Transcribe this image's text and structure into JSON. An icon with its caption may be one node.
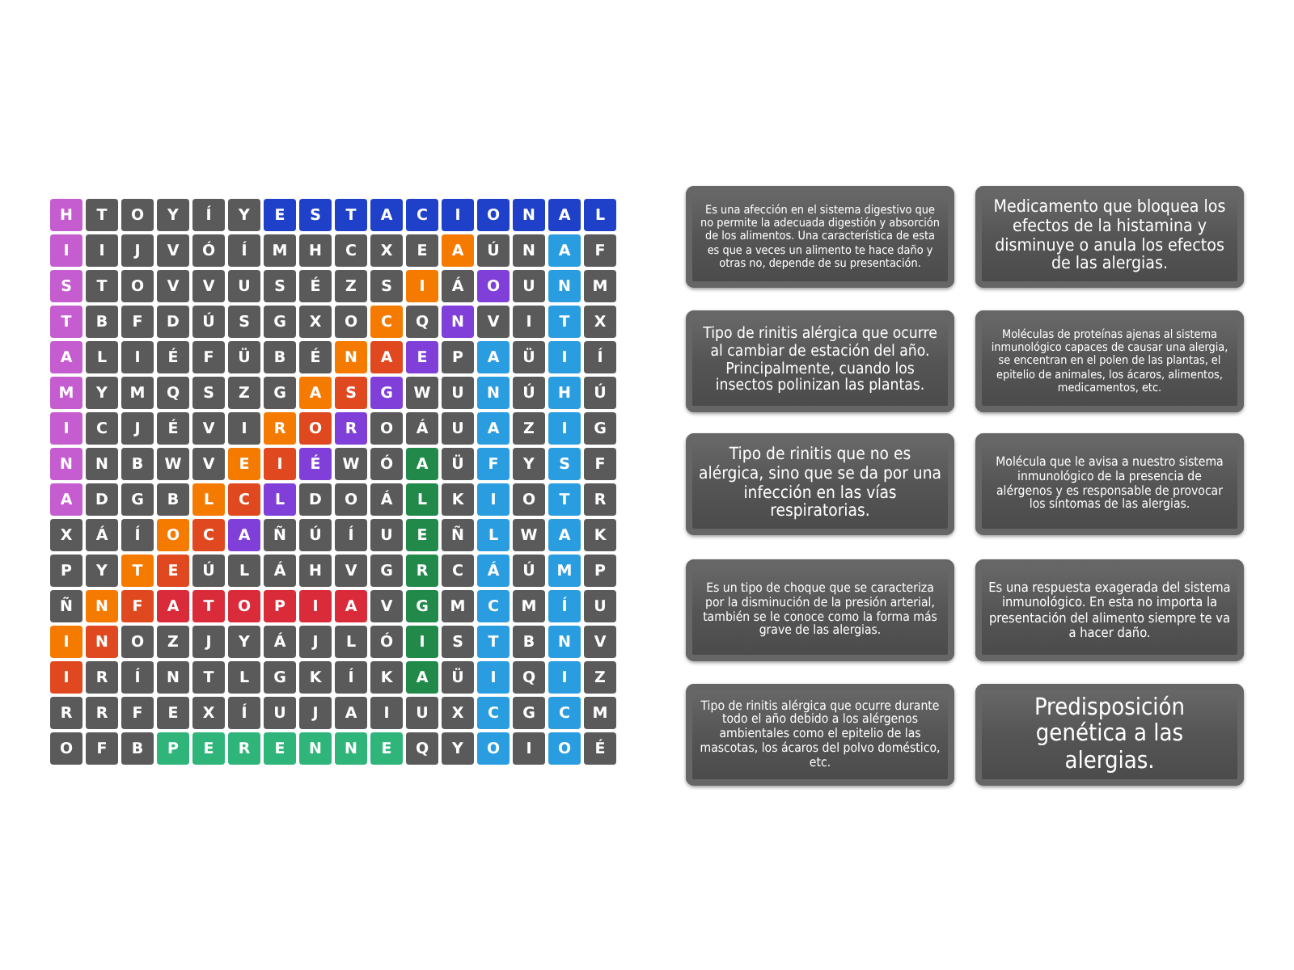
{
  "diagram": {
    "nodes": [
      {
        "text": [
          "Es una afección en el sistema digestivo que no permite la adecuada digestión y absorción de los alimentos. Una característica de esta es que a veces un alimento te hace daño y otras no, depende de su presentación."
        ]
      },
      {
        "text": [
          "Medicamento que bloquea los efectos de la histamina y disminuye o anula los efectos de las alergias."
        ]
      },
      {
        "text": [
          "Tipo de rinitis alérgica que ocurre al cambiar de estación del año. Principalmente, cuando los insectos polinizan las plantas."
        ]
      },
      {
        "text": [
          "Moléculas de proteínas ajenas al sistema inmunológico capaces de causar una alergia, se encentran en el polen de las plantas, el epitelio de animales, los ácaros, alimentos, medicamentos, etc."
        ]
      },
      {
        "text": [
          "Tipo de rinitis que no es alérgica, sino que se da por una infección en las vías respiratorias."
        ]
      },
      {
        "text": [
          "Molécula que le avisa a nuestro sistema inmunológico de la presencia de alérgenos y es responsable de provocar los síntomas de las alergias."
        ]
      },
      {
        "text": [
          "Es un tipo de choque que se caracteriza por la disminución de la presión arterial, también se le conoce como la forma más grave de las alergias."
        ]
      },
      {
        "text": [
          "Es una respuesta exagerada del sistema inmunológico. En esta no importa la presentación del alimento siempre te va a hacer daño."
        ]
      },
      {
        "text": [
          "Tipo de rinitis alérgica que ocurre durante todo el año debido a los alérgenos ambientales como el epitelio de las mascotas, los ácaros del polvo doméstico, etc."
        ]
      },
      {
        "text": [
          "Predisposición genética a las alergias."
        ]
      }
    ],
    "labels": [
      "H",
      "T",
      "O",
      "Y",
      "Í",
      "Y",
      "E",
      "S",
      "T",
      "A",
      "C",
      "I",
      "O",
      "N",
      "A",
      "L",
      "I",
      "I",
      "J",
      "V",
      "Ó",
      "Í",
      "M",
      "H",
      "C",
      "X",
      "E",
      "A",
      "Ú",
      "N",
      "A",
      "F",
      "S",
      "T",
      "O",
      "V",
      "V",
      "U",
      "S",
      "É",
      "Z",
      "S",
      "I",
      "Á",
      "O",
      "U",
      "N",
      "M",
      "T",
      "B",
      "F",
      "D",
      "Ú",
      "S",
      "G",
      "X",
      "O",
      "C",
      "Q",
      "N",
      "V",
      "I",
      "T",
      "X",
      "A",
      "L",
      "I",
      "É",
      "F",
      "Ü",
      "B",
      "É",
      "N",
      "A",
      "E",
      "P",
      "A",
      "Ü",
      "I",
      "Í",
      "M",
      "Y",
      "M",
      "Q",
      "S",
      "Z",
      "G",
      "A",
      "S",
      "G",
      "W",
      "U",
      "N",
      "Ú",
      "H",
      "Ú",
      "I",
      "C",
      "J",
      "É",
      "V",
      "I",
      "R",
      "O",
      "R",
      "O",
      "Á",
      "U",
      "A",
      "Z",
      "I",
      "G",
      "N",
      "N",
      "B",
      "W",
      "V",
      "E",
      "I",
      "É",
      "W",
      "Ó",
      "A",
      "Ü",
      "F",
      "Y",
      "S",
      "F",
      "A",
      "D",
      "G",
      "B",
      "L",
      "C",
      "L",
      "D",
      "O",
      "Á",
      "L",
      "K",
      "I",
      "O",
      "T",
      "R",
      "X",
      "Á",
      "Í",
      "O",
      "C",
      "A",
      "Ñ",
      "Ú",
      "Í",
      "U",
      "E",
      "Ñ",
      "L",
      "W",
      "A",
      "K",
      "P",
      "Y",
      "T",
      "E",
      "Ú",
      "L",
      "Á",
      "H",
      "V",
      "G",
      "R",
      "C",
      "Á",
      "Ú",
      "M",
      "P",
      "Ñ",
      "N",
      "F",
      "A",
      "T",
      "O",
      "P",
      "I",
      "A",
      "V",
      "G",
      "M",
      "C",
      "M",
      "Í",
      "U",
      "I",
      "N",
      "O",
      "Z",
      "J",
      "Y",
      "Á",
      "J",
      "L",
      "Ó",
      "I",
      "S",
      "T",
      "B",
      "N",
      "V",
      "I",
      "R",
      "Í",
      "N",
      "T",
      "L",
      "G",
      "K",
      "Í",
      "K",
      "A",
      "Ü",
      "I",
      "Q",
      "I",
      "Z",
      "R",
      "R",
      "F",
      "E",
      "X",
      "Í",
      "U",
      "J",
      "A",
      "I",
      "U",
      "X",
      "C",
      "G",
      "C",
      "M",
      "O",
      "F",
      "B",
      "P",
      "E",
      "R",
      "E",
      "N",
      "N",
      "E",
      "Q",
      "Y",
      "O",
      "I",
      "O",
      "É"
    ]
  }
}
